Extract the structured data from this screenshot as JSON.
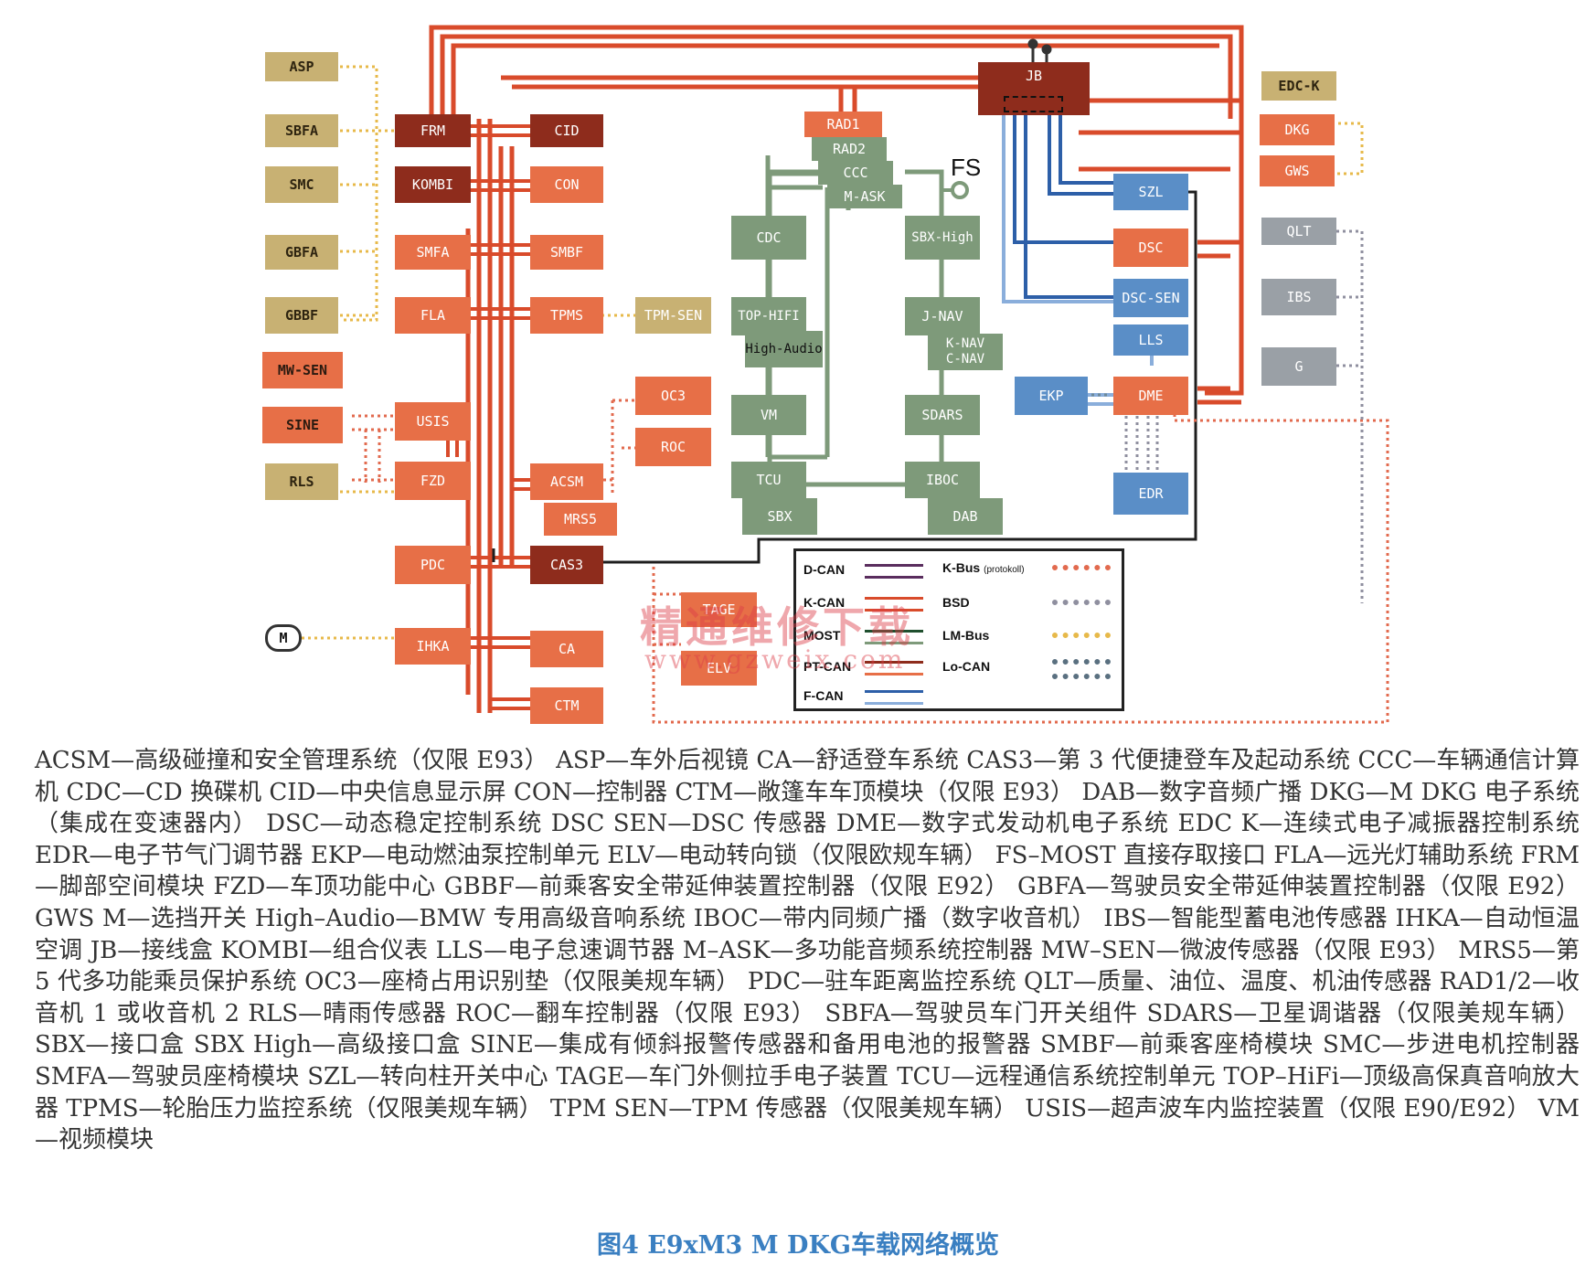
{
  "modules": {
    "asp": "ASP",
    "sbfa": "SBFA",
    "smc": "SMC",
    "gbfa": "GBFA",
    "gbbf": "GBBF",
    "mwsen": "MW-SEN",
    "sine": "SINE",
    "rls": "RLS",
    "frm": "FRM",
    "kombi": "KOMBI",
    "smfa": "SMFA",
    "fla": "FLA",
    "usis": "USIS",
    "fzd": "FZD",
    "pdc": "PDC",
    "ihka": "IHKA",
    "cid": "CID",
    "con": "CON",
    "smbf": "SMBF",
    "tpms": "TPMS",
    "tpmsen": "TPM-SEN",
    "oc3": "OC3",
    "roc": "ROC",
    "acsm": "ACSM",
    "mrs5": "MRS5",
    "cas3": "CAS3",
    "tage": "TAGE",
    "elv": "ELV",
    "ca": "CA",
    "ctm": "CTM",
    "motor": "M",
    "rad1": "RAD1",
    "rad2": "RAD2",
    "ccc": "CCC",
    "mask": "M-ASK",
    "fs": "FS",
    "cdc": "CDC",
    "sbxhigh": "SBX-High",
    "tophifi": "TOP-HIFI",
    "highaudio": "High-Audio",
    "jnav": "J-NAV",
    "knav": "K-NAV",
    "cnav": "C-NAV",
    "vm": "VM",
    "sdars": "SDARS",
    "tcu": "TCU",
    "iboc": "IBOC",
    "sbx": "SBX",
    "dab": "DAB",
    "jb": "JB",
    "edck": "EDC-K",
    "dkg": "DKG",
    "gws": "GWS",
    "szl": "SZL",
    "dsc": "DSC",
    "dscsen": "DSC-SEN",
    "lls": "LLS",
    "ekp": "EKP",
    "dme": "DME",
    "edr": "EDR",
    "qlt": "QLT",
    "ibs": "IBS",
    "g": "G"
  },
  "legend": {
    "dcan": "D-CAN",
    "kcan": "K-CAN",
    "most": "MOST",
    "ptcan": "PT-CAN",
    "fcan": "F-CAN",
    "kbus": "K-Bus",
    "kbus_note": "(protokoll)",
    "bsd": "BSD",
    "lmbus": "LM-Bus",
    "locan": "Lo-CAN"
  },
  "watermark": {
    "cn": "精通维修下载",
    "url": "www.gzweix.com"
  },
  "caption_text": "ACSM—高级碰撞和安全管理系统（仅限 E93） ASP—车外后视镜 CA—舒适登车系统 CAS3—第 3 代便捷登车及起动系统 CCC—车辆通信计算机 CDC—CD 换碟机 CID—中央信息显示屏 CON—控制器 CTM—敞篷车车顶模块（仅限 E93） DAB—数字音频广播 DKG—M DKG 电子系统（集成在变速器内） DSC—动态稳定控制系统 DSC SEN—DSC 传感器 DME—数字式发动机电子系统 EDC K—连续式电子减振器控制系统 EDR—电子节气门调节器 EKP—电动燃油泵控制单元 ELV—电动转向锁（仅限欧规车辆） FS–MOST 直接存取接口 FLA—远光灯辅助系统 FRM—脚部空间模块 FZD—车顶功能中心 GBBF—前乘客安全带延伸装置控制器（仅限 E92） GBFA—驾驶员安全带延伸装置控制器（仅限 E92） GWS M—选挡开关 High–Audio—BMW 专用高级音响系统 IBOC—带内同频广播（数字收音机） IBS—智能型蓄电池传感器 IHKA—自动恒温空调 JB—接线盒 KOMBI—组合仪表 LLS—电子怠速调节器 M–ASK—多功能音频系统控制器 MW–SEN—微波传感器（仅限 E93） MRS5—第 5 代多功能乘员保护系统 OC3—座椅占用识别垫（仅限美规车辆） PDC—驻车距离监控系统 QLT—质量、油位、温度、机油传感器 RAD1/2—收音机 1 或收音机 2 RLS—晴雨传感器 ROC—翻车控制器（仅限 E93） SBFA—驾驶员车门开关组件 SDARS—卫星调谐器（仅限美规车辆） SBX—接口盒 SBX High—高级接口盒 SINE—集成有倾斜报警传感器和备用电池的报警器 SMBF—前乘客座椅模块 SMC—步进电机控制器 SMFA—驾驶员座椅模块 SZL—转向柱开关中心 TAGE—车门外侧拉手电子装置 TCU—远程通信系统控制单元 TOP–HiFi—顶级高保真音响放大器 TPMS—轮胎压力监控系统（仅限美规车辆） TPM SEN—TPM 传感器（仅限美规车辆） USIS—超声波车内监控装置（仅限 E90/E92） VM—视频模块",
  "figure_title": "图4 E9xM3 M DKG车载网络概览"
}
